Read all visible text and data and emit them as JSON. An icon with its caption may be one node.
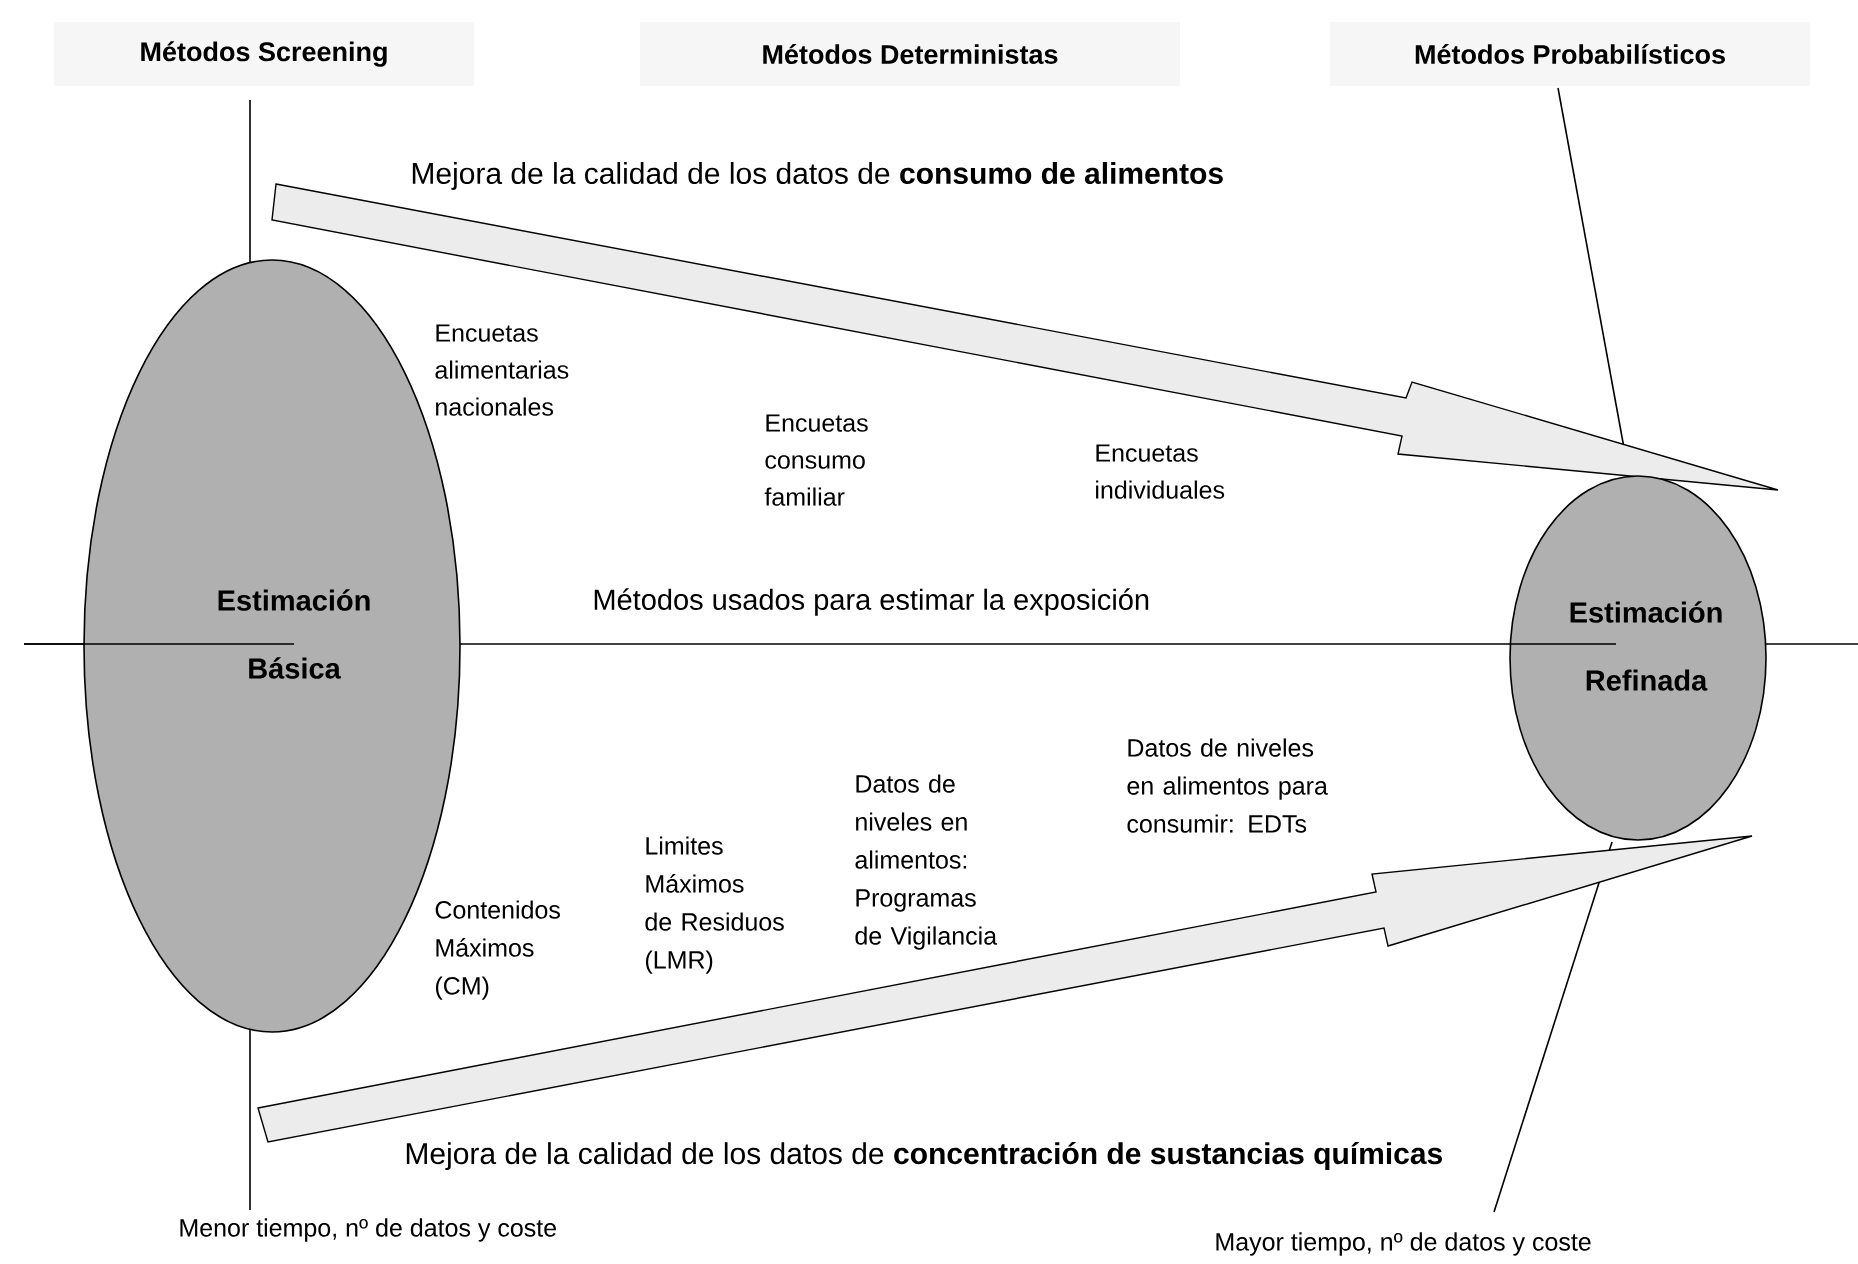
{
  "diagram": {
    "nodes": [
      {
        "text": [
          "Métodos Screening"
        ]
      },
      {
        "text": [
          "Métodos Deterministas"
        ]
      },
      {
        "text": [
          "Métodos Probabilísticos"
        ]
      },
      {
        "text": [
          "Estimación Básica"
        ]
      },
      {
        "text": [
          "Estimación Refinada"
        ]
      }
    ],
    "labels": [
      "Mejora de la calidad de los datos de **consumo de alimentos**",
      "Encuetas alimentarias nacionales",
      "Encuetas consumo familiar",
      "Encuetas individuales",
      "Métodos usados para estimar la exposición",
      "Datos de niveles en alimentos para consumir: EDTs",
      "Datos de niveles en alimentos: Programas de Vigilancia",
      "Limites Máximos de Residuos (LMR)",
      "Contenidos Máximos (CM)",
      "Mejora de la calidad de los datos de **concentración de sustancias químicas**",
      "Menor tiempo, nº de datos y coste",
      "Mayor tiempo, nº de datos y coste"
    ]
  }
}
